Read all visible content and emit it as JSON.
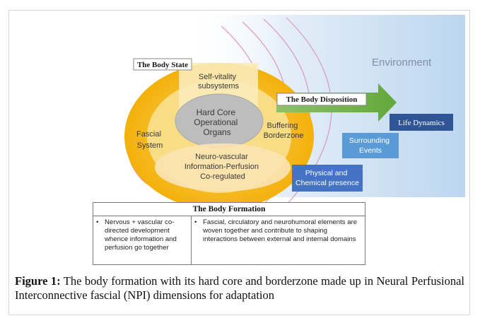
{
  "diagram": {
    "environment_label": "Environment",
    "body_state_title": "The Body State",
    "self_vitality": "Self-vitality subsystems",
    "hard_core": "Hard Core Operational Organs",
    "fascial_system": "Fascial System",
    "buffering_borderzone": "Buffering Borderzone",
    "neurovascular": "Neuro-vascular Information-Perfusion Co-regulated",
    "body_disposition": "The Body Disposition",
    "life_dynamics": "Life Dynamics",
    "surrounding_events": "Surrounding Events",
    "physical_chemical": "Physical and Chemical presence",
    "body_formation": {
      "title": "The Body Formation",
      "bullet": "•",
      "left_text": "Nervous + vascular co-directed development whence information and perfusion go together",
      "right_text": "Fascial, circulatory and neurohumoral elements are woven together and contribute to shaping interactions between external and internal domains"
    }
  },
  "caption": {
    "label": "Figure 1:",
    "text": " The body formation with its hard core and borderzone made up in Neural Perfusional Interconnective fascial (NPI) dimensions for adaptation"
  },
  "colors": {
    "environment_blue": "#cfe3f5",
    "outer_ellipse": "#f4b400",
    "inner_ellipse": "#fbe6a8",
    "core_gray": "#bdbdbd",
    "fascial_pink": "#f6b3a6",
    "arrow_green": "#70ad47",
    "box_blue": "#2f5597",
    "box_light_blue": "#5b9bd5"
  }
}
